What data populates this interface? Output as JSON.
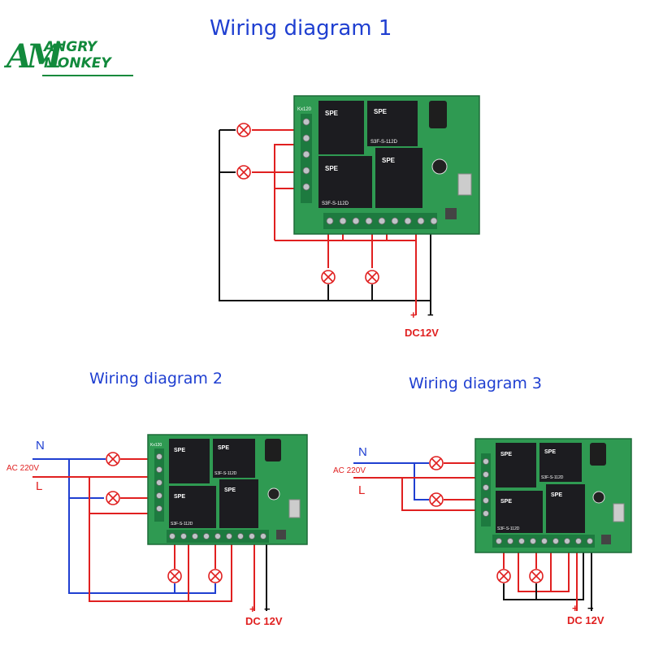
{
  "titles": {
    "diagram1": "Wiring diagram 1",
    "diagram2": "Wiring diagram 2",
    "diagram3": "Wiring diagram 3"
  },
  "logo": {
    "mark": "AM",
    "line1": "ANGRY",
    "line2": "MONKEY"
  },
  "board": {
    "relay_brand": "SPE",
    "relay_model": "S3F-S-112D",
    "silk_label": "Kx120"
  },
  "labels": {
    "plus": "+",
    "minus": "−",
    "dc_12v_1": "DC12V",
    "dc_12v": "DC 12V",
    "neutral": "N",
    "line": "L",
    "ac_220v": "AC 220V"
  },
  "colors": {
    "title": "#1f3fd1",
    "wire_red": "#e02020",
    "wire_black": "#111111",
    "wire_blue": "#1f3fd1",
    "pcb_green": "#2f9a52",
    "relay_dark": "#1c1c20",
    "logo_green": "#128a3c"
  }
}
